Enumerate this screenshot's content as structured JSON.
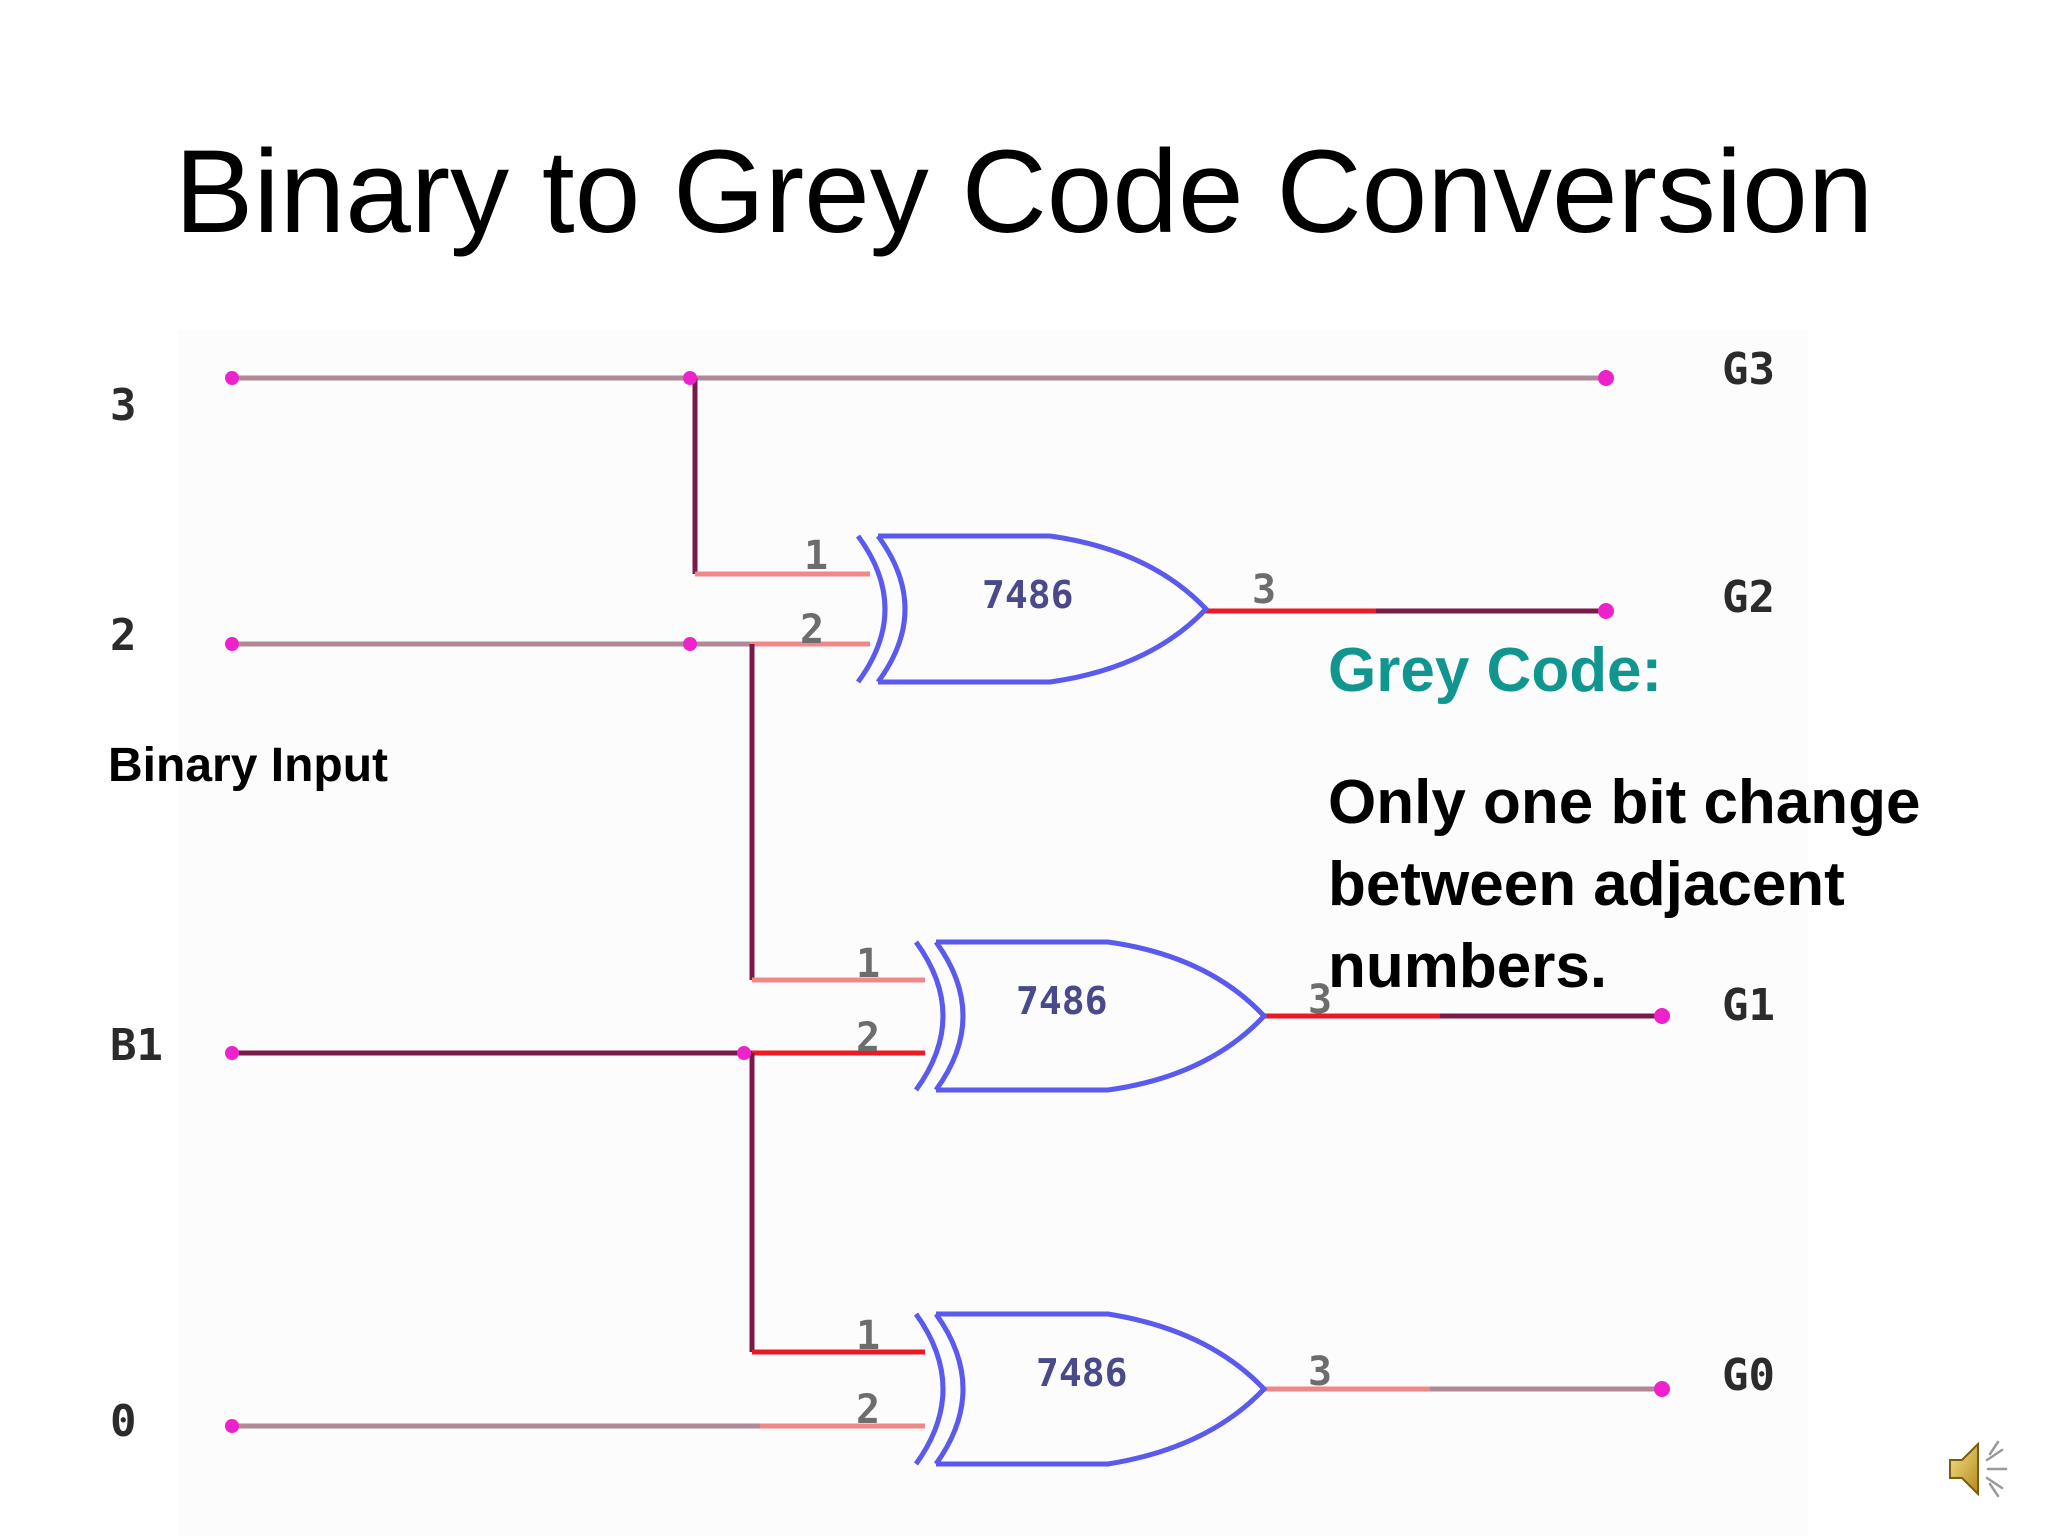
{
  "slide": {
    "title": "Binary to Grey Code Conversion"
  },
  "schematic": {
    "inputs": [
      {
        "id": "b3",
        "label": "3"
      },
      {
        "id": "b2",
        "label": "2"
      },
      {
        "id": "b1",
        "label": "B1"
      },
      {
        "id": "b0",
        "label": "0"
      }
    ],
    "outputs": [
      {
        "id": "g3",
        "label": "G3"
      },
      {
        "id": "g2",
        "label": "G2"
      },
      {
        "id": "g1",
        "label": "G1"
      },
      {
        "id": "g0",
        "label": "G0"
      }
    ],
    "gates": [
      {
        "id": "gate-a",
        "part": "7486",
        "pin_in1": "1",
        "pin_in2": "2",
        "pin_out": "3"
      },
      {
        "id": "gate-b",
        "part": "7486",
        "pin_in1": "1",
        "pin_in2": "2",
        "pin_out": "3"
      },
      {
        "id": "gate-c",
        "part": "7486",
        "pin_in1": "1",
        "pin_in2": "2",
        "pin_out": "3"
      }
    ],
    "input_caption": "Binary Input"
  },
  "note": {
    "heading": "Grey Code:",
    "body": "Only one bit change between adjacent numbers."
  },
  "colors": {
    "wire_input": "#b08898",
    "wire_trunk": "#7a1a48",
    "wire_active": "#ee1a22",
    "wire_salmon": "#f08888",
    "node": "#ee22cc",
    "gate": "#5a5aee",
    "heading": "#10968e"
  },
  "media": {
    "icon": "speaker-icon"
  }
}
